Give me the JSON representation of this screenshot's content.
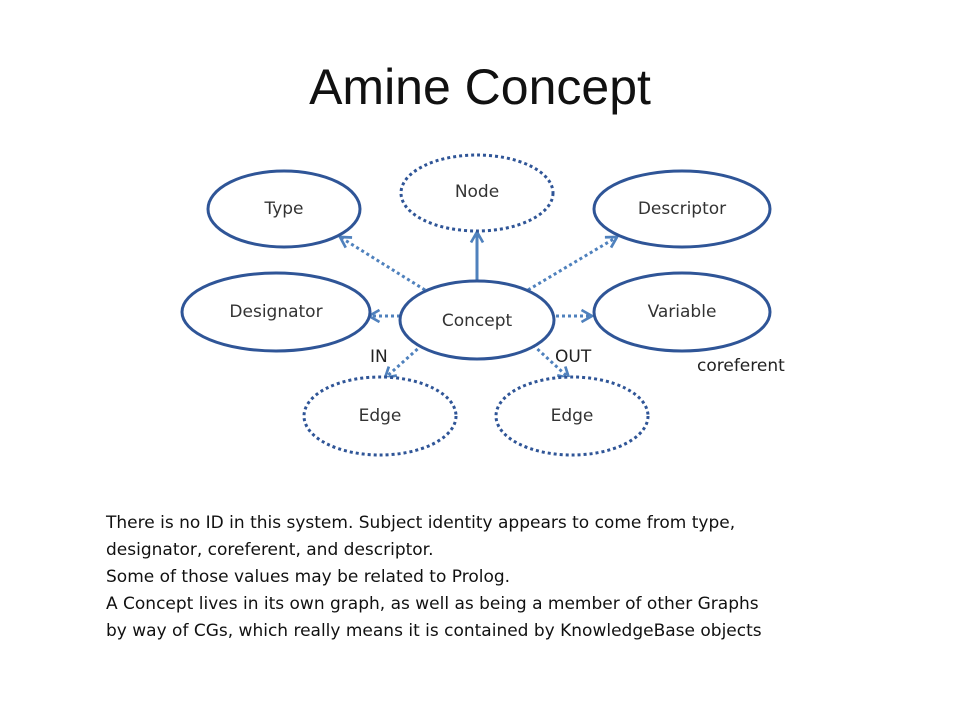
{
  "title": "Amine Concept",
  "colors": {
    "node_stroke": "#2f5597",
    "arrow": "#4f81bd",
    "text": "#333333"
  },
  "nodes": {
    "type": "Type",
    "node": "Node",
    "descriptor": "Descriptor",
    "designator": "Designator",
    "concept": "Concept",
    "variable": "Variable",
    "edge_in": "Edge",
    "edge_out": "Edge"
  },
  "labels": {
    "in": "IN",
    "out": "OUT",
    "coreferent": "coreferent"
  },
  "notes": [
    "There is no ID in this system. Subject identity appears to come from type,",
    "designator, coreferent, and descriptor.",
    "Some of those values may be related to Prolog.",
    "A Concept lives in its own graph, as well as being a member of other Graphs",
    "by way of CGs, which really means it is contained by KnowledgeBase objects"
  ]
}
